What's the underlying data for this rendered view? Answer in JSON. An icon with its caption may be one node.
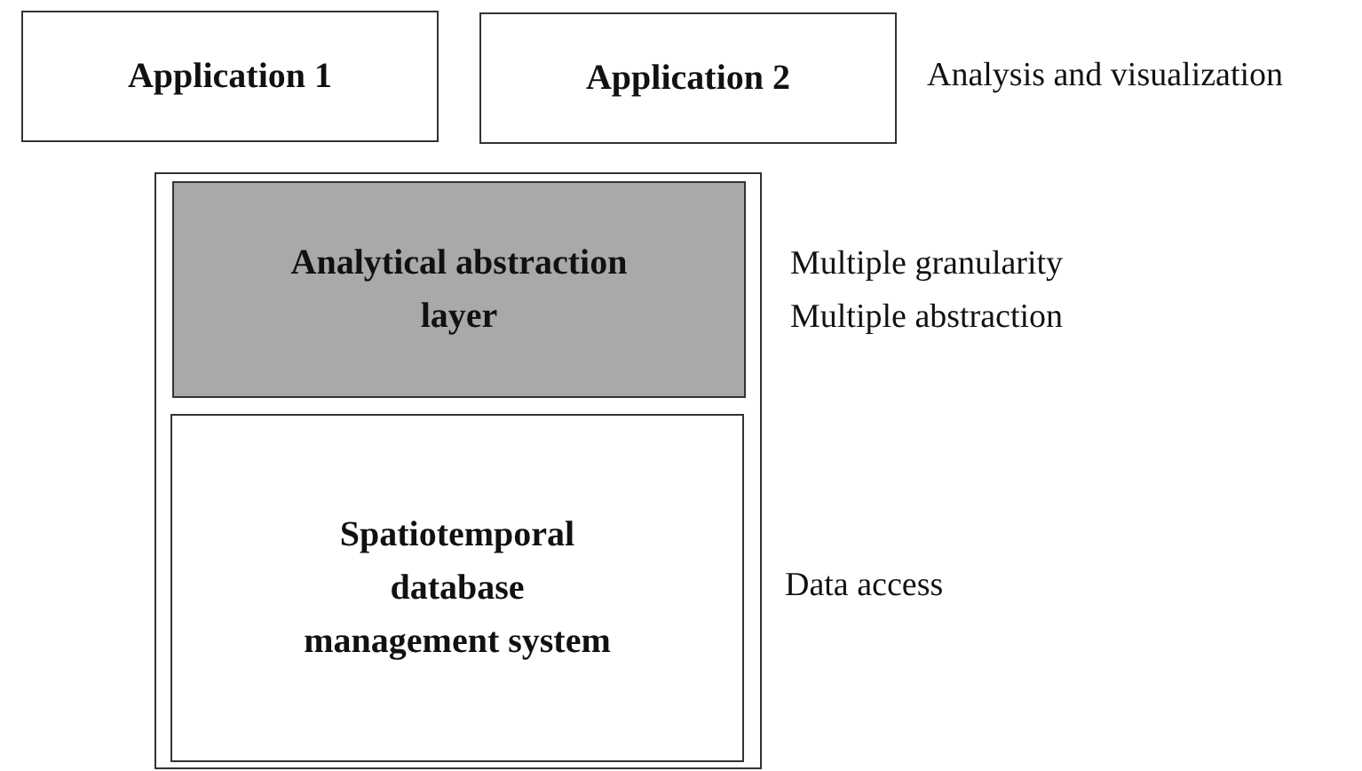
{
  "diagram": {
    "nodes": [
      {
        "text": [
          "Application 1"
        ]
      },
      {
        "text": [
          "Application 2"
        ]
      },
      {
        "text": [],
        "shape": "box"
      },
      {
        "text": [
          "Analytical abstraction layer"
        ],
        "in": 2
      },
      {
        "text": [
          "Spatiotemporal database management system"
        ],
        "in": 2
      }
    ],
    "labels": [
      "Analysis and visualization",
      "Multiple granularity",
      "Multiple abstraction",
      "Data access"
    ]
  }
}
